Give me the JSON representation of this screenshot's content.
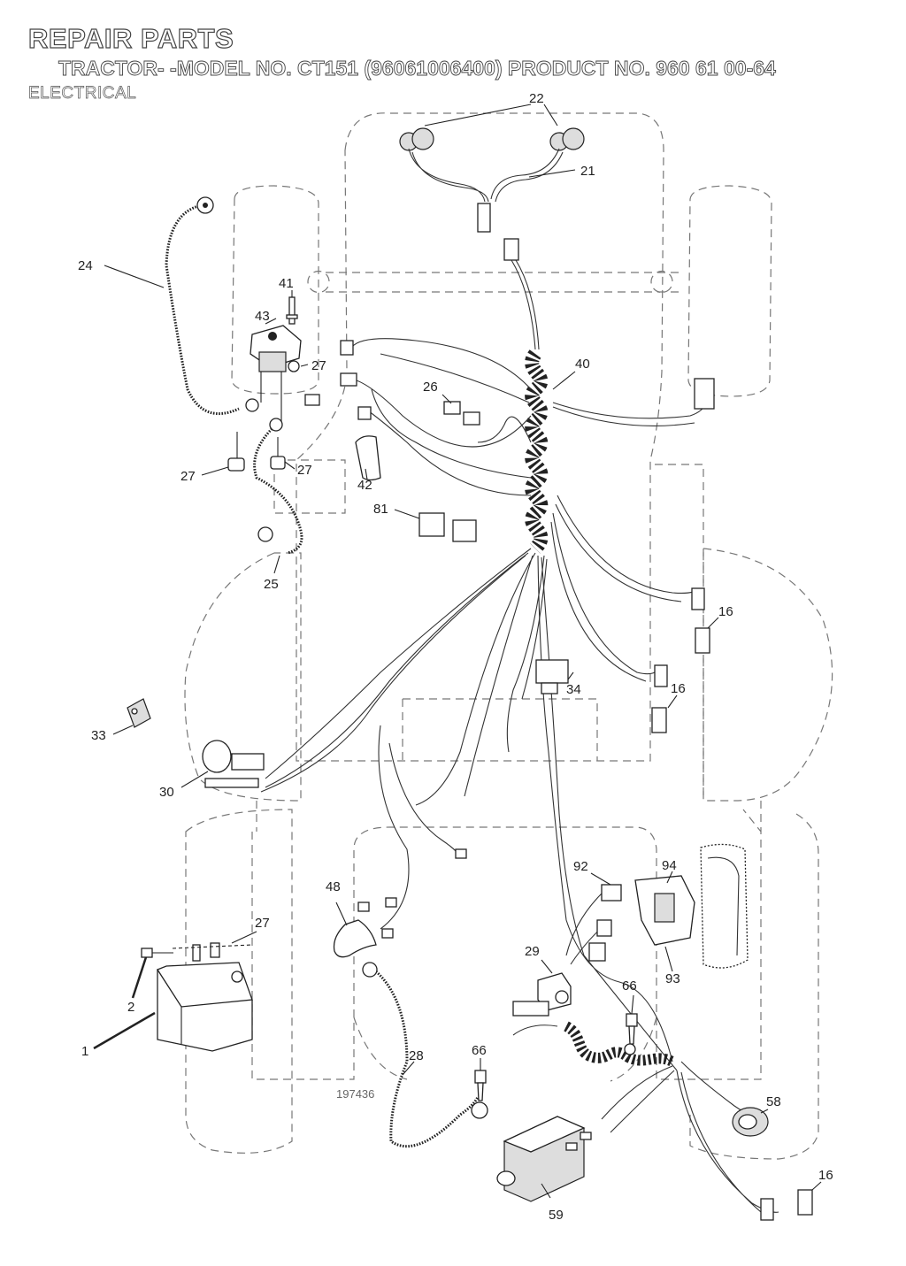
{
  "header": {
    "title": "REPAIR PARTS",
    "subtitle": "TRACTOR- -MODEL NO. CT151 (96061006400) PRODUCT NO. 960 61 00-64",
    "section": "ELECTRICAL"
  },
  "diagram": {
    "reference_number": "197436",
    "callouts": {
      "c1": "1",
      "c2": "2",
      "c16a": "16",
      "c16b": "16",
      "c16c": "16",
      "c21": "21",
      "c22": "22",
      "c24": "24",
      "c25": "25",
      "c26": "26",
      "c27a": "27",
      "c27b": "27",
      "c27c": "27",
      "c27d": "27",
      "c28": "28",
      "c29": "29",
      "c30": "30",
      "c33": "33",
      "c34": "34",
      "c40": "40",
      "c41": "41",
      "c42": "42",
      "c43": "43",
      "c48": "48",
      "c58": "58",
      "c59": "59",
      "c66a": "66",
      "c66b": "66",
      "c81": "81",
      "c92": "92",
      "c93": "93",
      "c94": "94"
    }
  }
}
